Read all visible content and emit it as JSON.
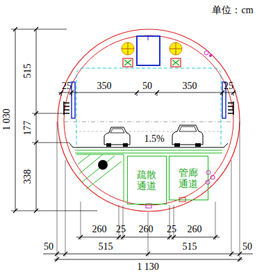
{
  "diagram": {
    "nodes": [
      {
        "text": [
          "疏散 通道"
        ]
      },
      {
        "text": [
          "管廊 通道"
        ]
      }
    ],
    "labels": [
      "单位：cm",
      "1 030",
      "515",
      "177",
      "338",
      "25",
      "350",
      "50",
      "350",
      "25",
      "1.5%",
      "260",
      "25",
      "260",
      "25",
      "260",
      "50",
      "515",
      "515",
      "50",
      "1 130"
    ]
  }
}
